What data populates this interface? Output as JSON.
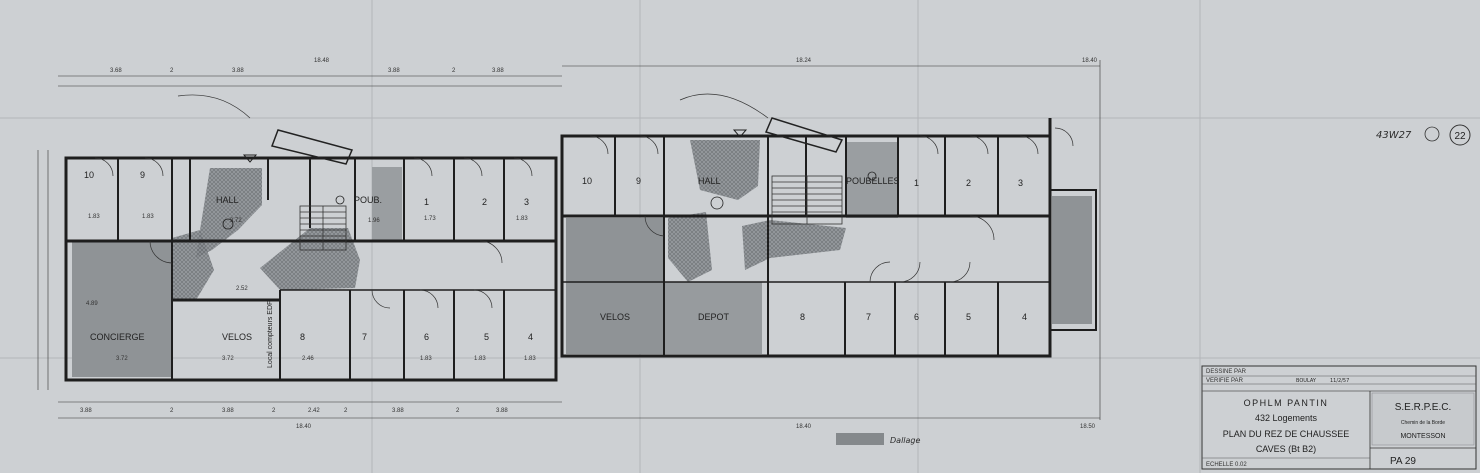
{
  "plan": {
    "left_rooms": [
      {
        "id": "l-10",
        "label": "10"
      },
      {
        "id": "l-9",
        "label": "9"
      },
      {
        "id": "l-hall",
        "label": "HALL"
      },
      {
        "id": "l-poub",
        "label": "POUB."
      },
      {
        "id": "l-1",
        "label": "1"
      },
      {
        "id": "l-2",
        "label": "2"
      },
      {
        "id": "l-3",
        "label": "3"
      },
      {
        "id": "l-concierge",
        "label": "CONCIERGE"
      },
      {
        "id": "l-velos",
        "label": "VELOS"
      },
      {
        "id": "l-8",
        "label": "8"
      },
      {
        "id": "l-7",
        "label": "7"
      },
      {
        "id": "l-6",
        "label": "6"
      },
      {
        "id": "l-5",
        "label": "5"
      },
      {
        "id": "l-4",
        "label": "4"
      }
    ],
    "right_rooms": [
      {
        "id": "r-10",
        "label": "10"
      },
      {
        "id": "r-9",
        "label": "9"
      },
      {
        "id": "r-hall",
        "label": "HALL"
      },
      {
        "id": "r-poubelles",
        "label": "POUBELLES"
      },
      {
        "id": "r-1",
        "label": "1"
      },
      {
        "id": "r-2",
        "label": "2"
      },
      {
        "id": "r-3",
        "label": "3"
      },
      {
        "id": "r-velos",
        "label": "VELOS"
      },
      {
        "id": "r-depot",
        "label": "DEPOT"
      },
      {
        "id": "r-8",
        "label": "8"
      },
      {
        "id": "r-7",
        "label": "7"
      },
      {
        "id": "r-6",
        "label": "6"
      },
      {
        "id": "r-5",
        "label": "5"
      },
      {
        "id": "r-4",
        "label": "4"
      }
    ],
    "local_compteurs": "Local compteurs EDF",
    "top_dims_left": [
      "3.68",
      "2",
      "3.88",
      "18.48",
      "3.88",
      "2",
      "3.88"
    ],
    "top_dim_right": "18.24",
    "top_dim_far": "18.40",
    "bottom_dims": [
      "3.88",
      "2",
      "3.88",
      "2",
      "2.42",
      "2",
      "3.88",
      "2",
      "3.88"
    ],
    "bottom_total_left": "18.40",
    "bottom_total_right": "18.40",
    "bottom_total_far": "18.50",
    "room_dims": [
      "1.83",
      "1.83",
      "3.72",
      "1.96",
      "1.73",
      "1.83",
      "2.52",
      "4.89",
      "3.72",
      "3.72",
      "2.46",
      "1.83",
      "1.83",
      "1.83"
    ],
    "legend_label": "Dallage"
  },
  "title_block": {
    "client": "OPHLM PANTIN",
    "logements": "432 Logements",
    "plan_line": "PLAN DU REZ DE CHAUSSEE",
    "caves_line": "CAVES (Bt B2)",
    "stamp_name": "S.E.R.P.E.C.",
    "stamp_sub": "Chemin de la Borde",
    "stamp_city": "MONTESSON",
    "sheet_no": "PA 29",
    "archive_ref": "43W27",
    "circle_no": "22",
    "dessine": "BOULAY",
    "date": "11/2/57",
    "row_labels": [
      "DESSINE PAR",
      "VERIFIE PAR"
    ],
    "scale": "ECHELLE 0.02"
  }
}
